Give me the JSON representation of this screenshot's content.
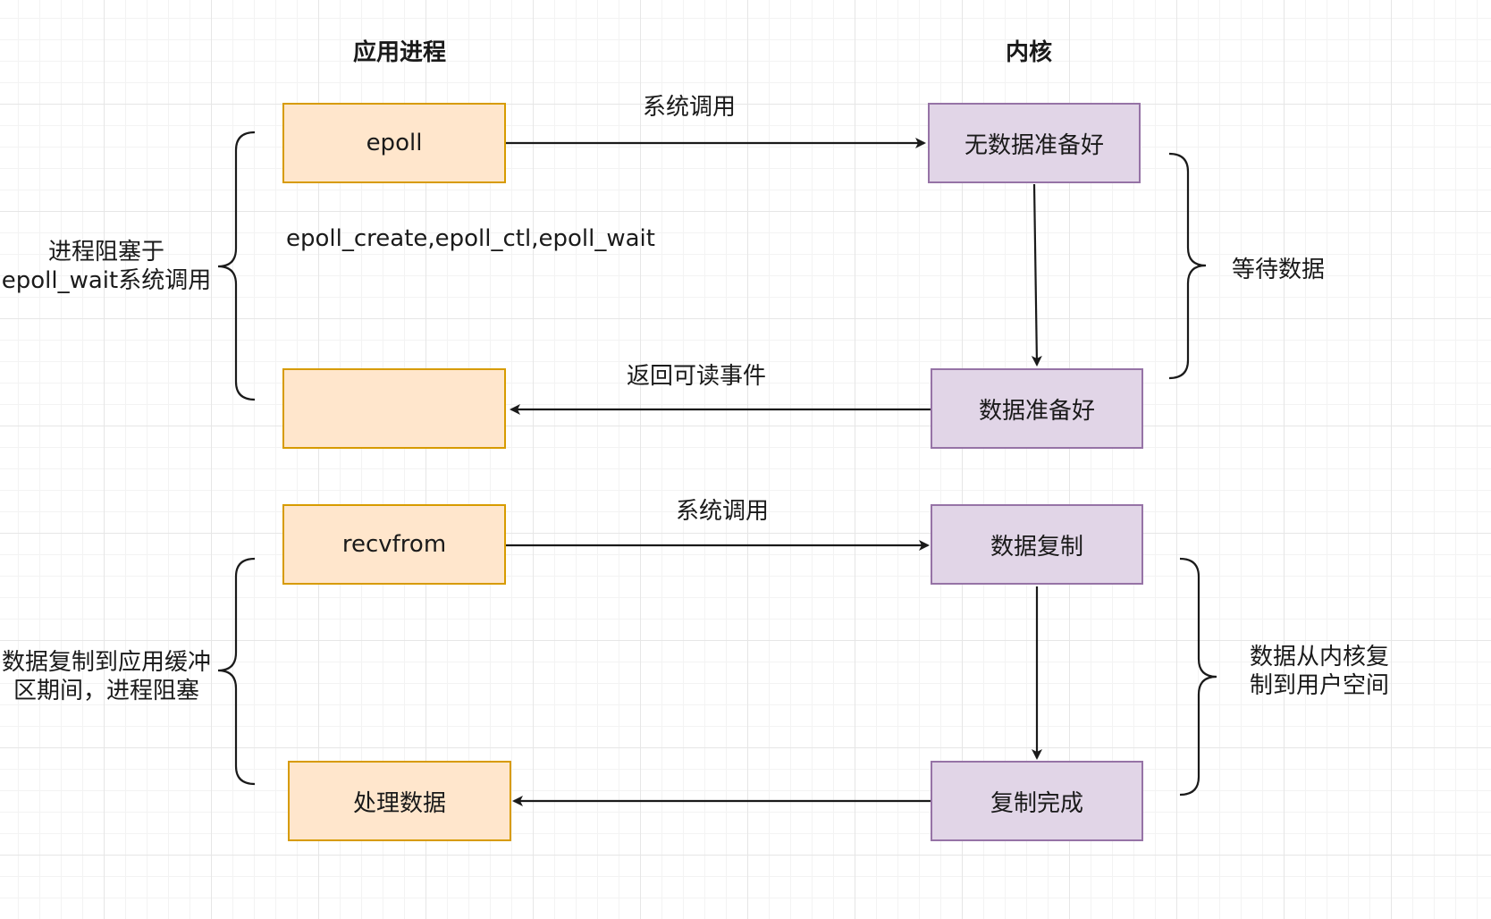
{
  "headers": {
    "app": "应用进程",
    "kernel": "内核"
  },
  "boxes": {
    "epoll": "epoll",
    "app_return": "",
    "recvfrom": "recvfrom",
    "process_data": "处理数据",
    "no_data_ready": "无数据准备好",
    "data_ready": "数据准备好",
    "data_copy": "数据复制",
    "copy_done": "复制完成"
  },
  "arrow_labels": {
    "syscall_1": "系统调用",
    "return_readable": "返回可读事件",
    "syscall_2": "系统调用"
  },
  "notes": {
    "epoll_calls": "epoll_create,epoll_ctl,epoll_wait",
    "blocked_on_wait": [
      "进程阻塞于",
      "epoll_wait系统调用"
    ],
    "wait_data": "等待数据",
    "copy_blocked": [
      "数据复制到应用缓冲",
      "区期间，进程阻塞"
    ],
    "copy_kernel_user": [
      "数据从内核复",
      "制到用户空间"
    ]
  },
  "colors": {
    "app_fill": "#ffe6cc",
    "app_stroke": "#d79b00",
    "kernel_fill": "#e1d5e7",
    "kernel_stroke": "#9673a6",
    "line": "#1a1a1a"
  }
}
